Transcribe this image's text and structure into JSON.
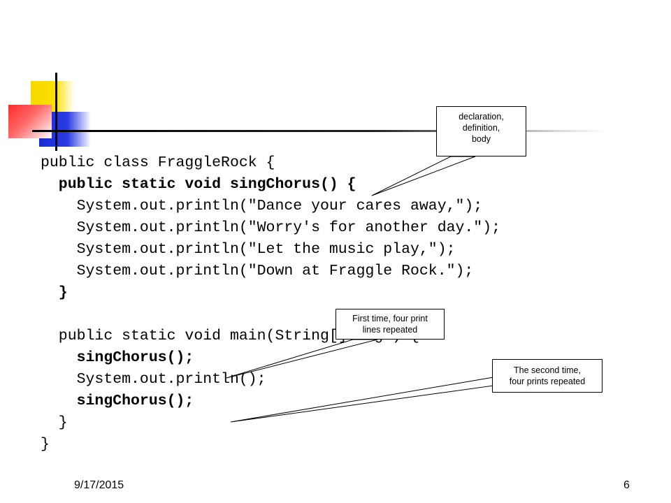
{
  "code": {
    "lines": [
      "public class FraggleRock {",
      "  public static void singChorus() {",
      "    System.out.println(\"Dance your cares away,\");",
      "    System.out.println(\"Worry's for another day.\");",
      "    System.out.println(\"Let the music play,\");",
      "    System.out.println(\"Down at Fraggle Rock.\");",
      "  }",
      "",
      "  public static void main(String[] args) {",
      "    singChorus();",
      "    System.out.println();",
      "    singChorus();",
      "  }",
      "}"
    ]
  },
  "callouts": {
    "declaration": [
      "declaration,",
      "definition,",
      "body"
    ],
    "first_call": [
      "First time, four print",
      "lines repeated"
    ],
    "second_call": [
      "The second time,",
      "four prints repeated"
    ]
  },
  "footer": {
    "date": "9/17/2015",
    "page": "6"
  },
  "colors": {
    "deco_yellow": "#f7d800",
    "deco_blue": "#1a2bd6",
    "deco_red": "#ff2a2a"
  }
}
